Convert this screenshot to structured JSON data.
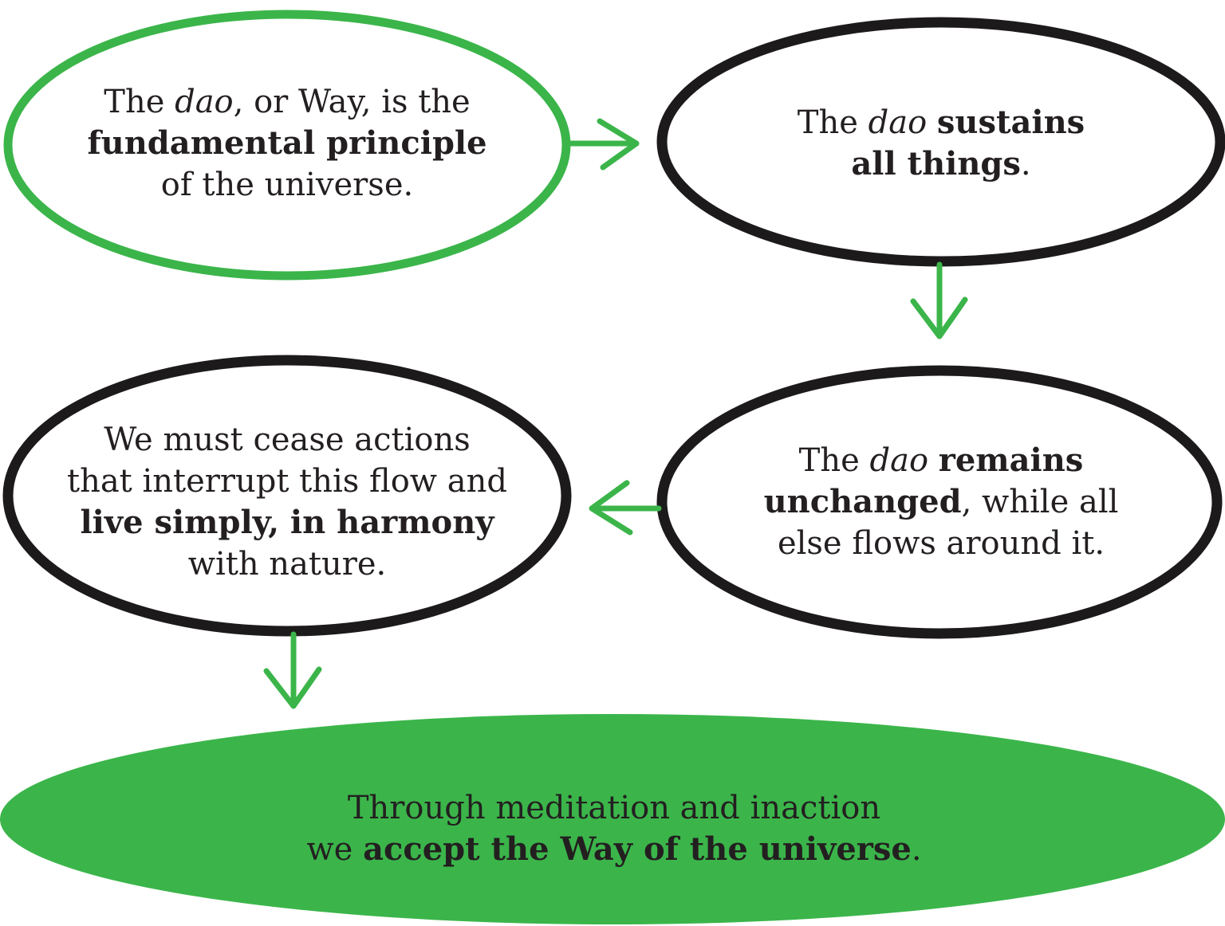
{
  "colors": {
    "green": "#3bb54a",
    "black": "#1c1a1a",
    "text": "#231f20",
    "background": "#ffffff"
  },
  "nodes": [
    {
      "id": "principle",
      "lines": [
        [
          {
            "t": "The "
          },
          {
            "t": "dao",
            "s": "i"
          },
          {
            "t": ", or Way, is the"
          }
        ],
        [
          {
            "t": "fundamental principle",
            "s": "b"
          }
        ],
        [
          {
            "t": "of the universe."
          }
        ]
      ]
    },
    {
      "id": "sustains",
      "lines": [
        [
          {
            "t": "The "
          },
          {
            "t": "dao",
            "s": "i"
          },
          {
            "t": " "
          },
          {
            "t": "sustains",
            "s": "b"
          }
        ],
        [
          {
            "t": "all things",
            "s": "b"
          },
          {
            "t": "."
          }
        ]
      ]
    },
    {
      "id": "unchanged",
      "lines": [
        [
          {
            "t": "The "
          },
          {
            "t": "dao",
            "s": "i"
          },
          {
            "t": " "
          },
          {
            "t": "remains",
            "s": "b"
          }
        ],
        [
          {
            "t": "unchanged",
            "s": "b"
          },
          {
            "t": ", while all"
          }
        ],
        [
          {
            "t": "else flows around it."
          }
        ]
      ]
    },
    {
      "id": "live-simply",
      "lines": [
        [
          {
            "t": "We must cease actions"
          }
        ],
        [
          {
            "t": "that interrupt this flow and"
          }
        ],
        [
          {
            "t": "live simply, in harmony",
            "s": "b"
          }
        ],
        [
          {
            "t": "with nature."
          }
        ]
      ]
    },
    {
      "id": "accept-way",
      "lines": [
        [
          {
            "t": "Through meditation and inaction"
          }
        ],
        [
          {
            "t": "we "
          },
          {
            "t": "accept the Way of the universe",
            "s": "b"
          },
          {
            "t": "."
          }
        ]
      ]
    }
  ]
}
